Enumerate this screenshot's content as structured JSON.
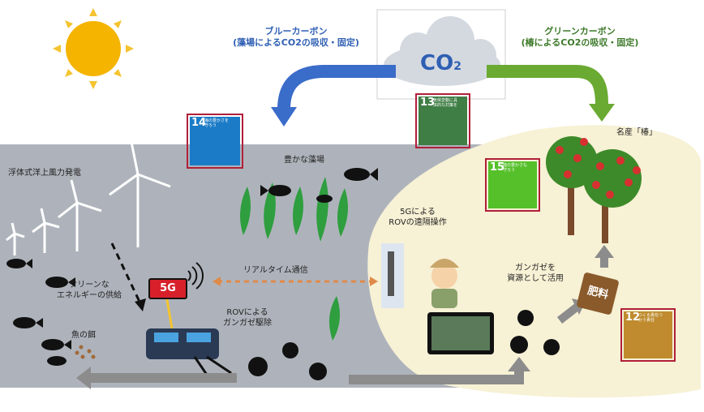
{
  "co2": {
    "text": "CO",
    "sub": "2"
  },
  "blue_carbon": {
    "title": "ブルーカーボン",
    "subtitle": "(藻場によるCO2の吸収・固定)"
  },
  "green_carbon": {
    "title": "グリーンカーボン",
    "subtitle": "(椿によるCO2の吸収・固定)"
  },
  "labels": {
    "wind": "浮体式洋上風力発電",
    "seaweed": "豊かな藻場",
    "camellia": "名産「椿」",
    "rov_remote_1": "5Gによる",
    "rov_remote_2": "ROVの遠隔操作",
    "realtime": "リアルタイム通信",
    "clean_energy_1": "クリーンな",
    "clean_energy_2": "エネルギーの供給",
    "rov_removal_1": "ROVによる",
    "rov_removal_2": "ガンガゼ駆除",
    "fish_feed": "魚の餌",
    "resource_1": "ガンガゼを",
    "resource_2": "資源として活用",
    "fertilizer": "肥料",
    "fiveg": "5G"
  },
  "sdgs": [
    {
      "number": "14",
      "caption": "海の豊かさを守ろう",
      "color": "#1b7bc7"
    },
    {
      "number": "13",
      "caption": "気候変動に具体的な対策を",
      "color": "#3f7e44"
    },
    {
      "number": "15",
      "caption": "陸の豊かさも守ろう",
      "color": "#56c02b"
    },
    {
      "number": "12",
      "caption": "つくる責任つかう責任",
      "color": "#bf8b2e"
    }
  ],
  "colors": {
    "sea": "#aeb3bb",
    "land": "#f7f1d5",
    "blue_arrow": "#3a6cc9",
    "green_arrow": "#6aaa32",
    "gray_arrow": "#8c8c8c"
  }
}
